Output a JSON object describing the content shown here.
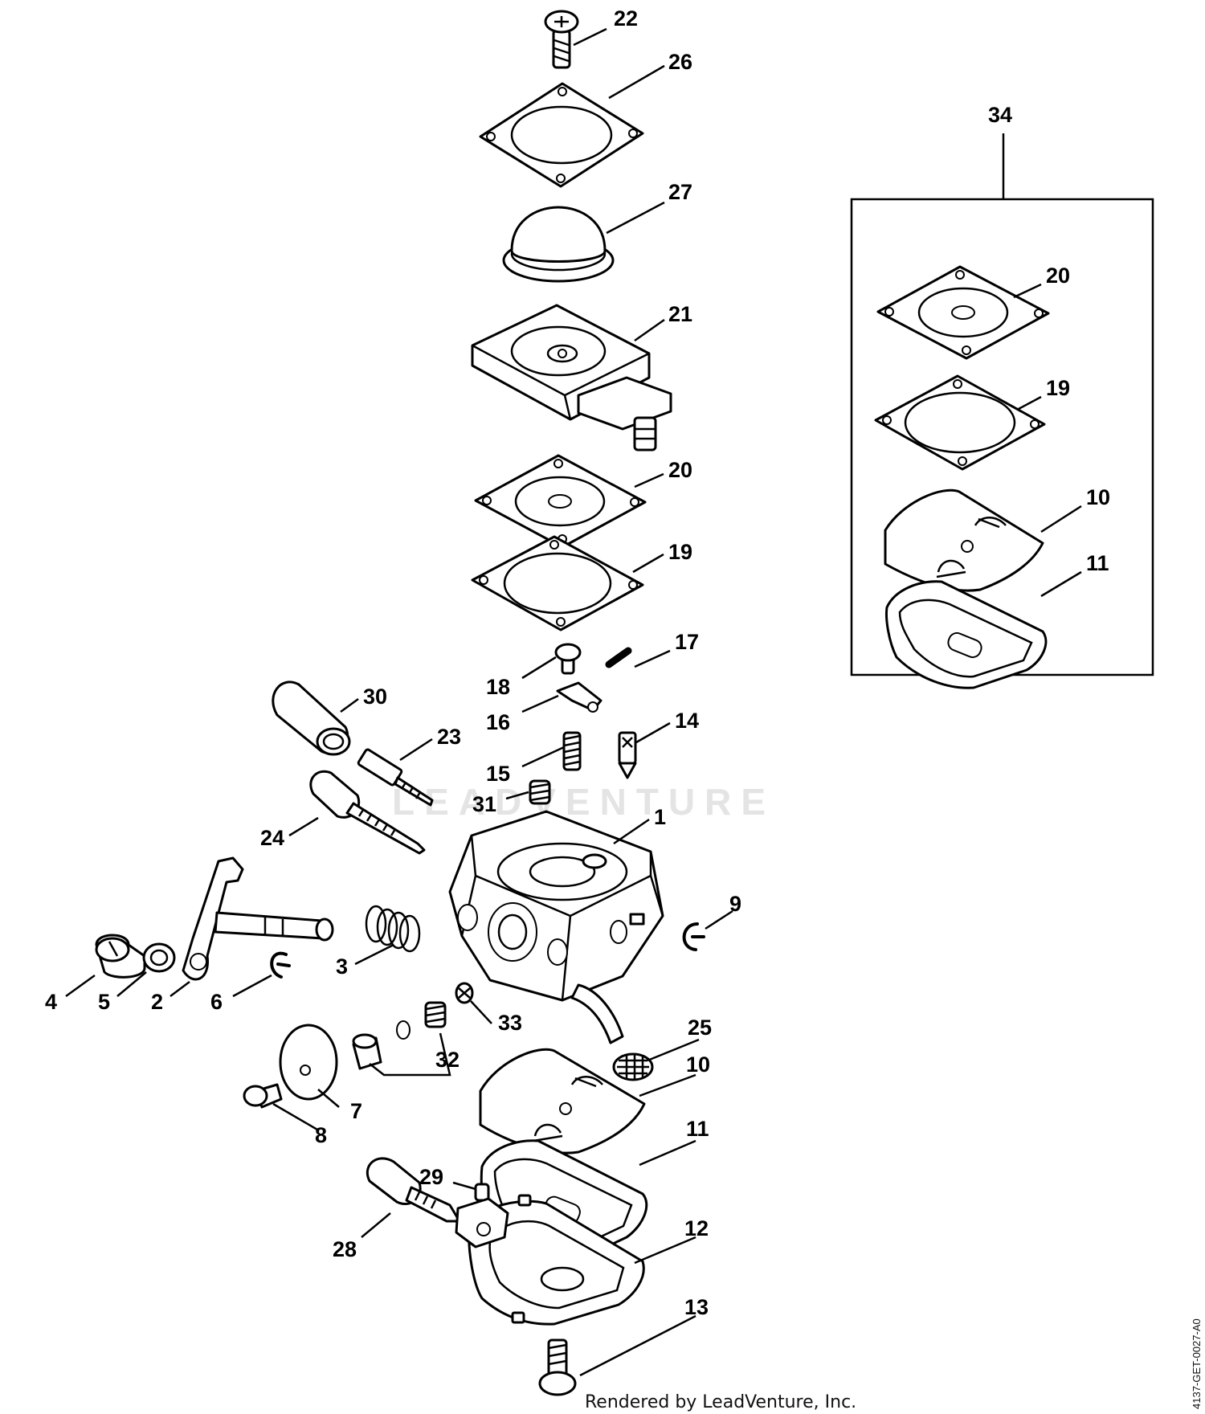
{
  "diagram": {
    "callouts": [
      "22",
      "26",
      "27",
      "21",
      "20",
      "19",
      "17",
      "18",
      "16",
      "14",
      "15",
      "31",
      "30",
      "23",
      "24",
      "1",
      "9",
      "3",
      "4",
      "5",
      "2",
      "6",
      "33",
      "32",
      "25",
      "10",
      "11",
      "7",
      "8",
      "29",
      "28",
      "12",
      "13"
    ],
    "kit": {
      "label": "34",
      "callouts": [
        "20",
        "19",
        "10",
        "11"
      ]
    },
    "watermark": "LEADVENTURE",
    "credit": "Rendered by LeadVenture, Inc.",
    "doc_id": "4137-GET-0027-A0"
  }
}
